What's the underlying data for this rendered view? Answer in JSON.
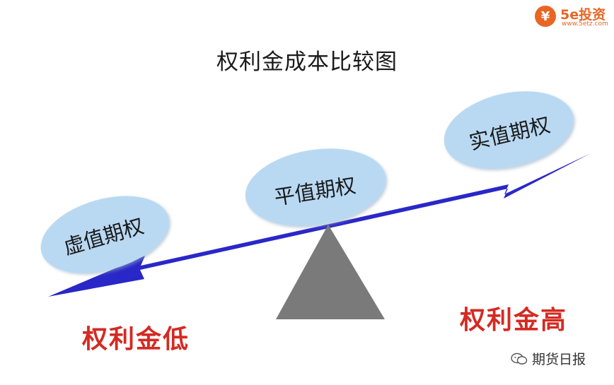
{
  "title": "权利金成本比较图",
  "nodes": {
    "otm": "虚值期权",
    "atm": "平值期权",
    "itm": "实值期权"
  },
  "premium_low": "权利金低",
  "premium_high": "权利金高",
  "logo": {
    "mark": "¥",
    "brand": "5e投资",
    "url": "www.5etz.com"
  },
  "watermark": "期货日报",
  "colors": {
    "arrow": "#2a27c8",
    "ellipse": "#b9d9f3",
    "fulcrum": "#7a7a7a",
    "accent_red": "#d42a22",
    "logo_orange": "#e86524"
  }
}
